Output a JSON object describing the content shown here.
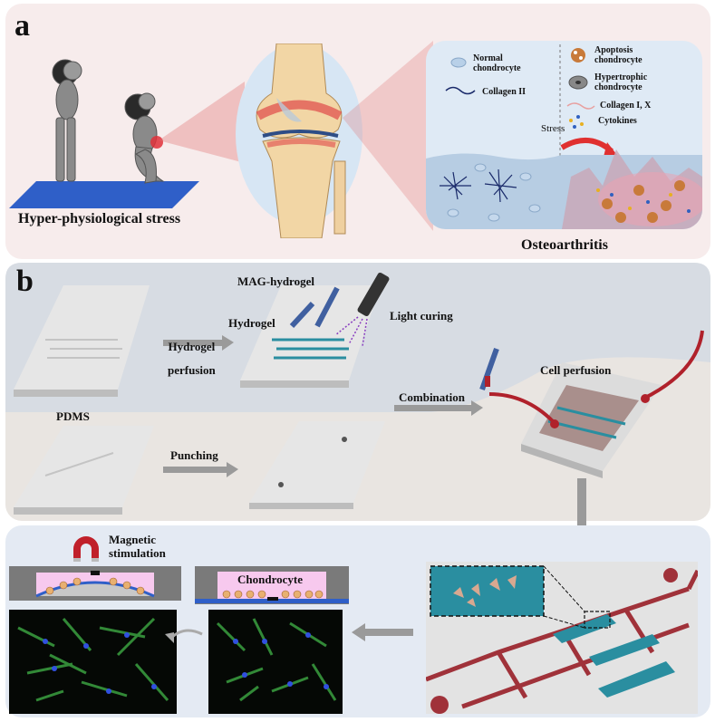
{
  "panel_a": {
    "letter": "a",
    "stress_label": "Hyper-physiological stress",
    "oa_label": "Osteoarthritis",
    "legend": {
      "normal": "Normal\nchondrocyte",
      "collagen2": "Collagen II",
      "apoptosis": "Apoptosis\nchondrocyte",
      "hypertrophic": "Hypertrophic\nchondrocyte",
      "collagen1x": "Collagen I, X",
      "cytokines": "Cytokines"
    },
    "stress_arrow_label": "Stress"
  },
  "panel_b": {
    "letter": "b",
    "hydrogel_perfusion": "Hydrogel\nperfusion",
    "mag_hydrogel": "MAG-hydrogel",
    "hydrogel": "Hydrogel",
    "light_curing": "Light curing",
    "pdms": "PDMS",
    "punching": "Punching",
    "combination": "Combination",
    "cell_perfusion": "Cell perfusion",
    "magnetic_stimulation": "Magnetic\nstimulation",
    "chondrocyte": "Chondrocyte"
  },
  "colors": {
    "panel_a_bg": "#f8ecec",
    "panel_b_top_bg": "#d8dde4",
    "panel_b_bottom_bg": "#e8e4e0",
    "panel_c_bg": "#e2e8f2",
    "red_accent": "#b0212b",
    "teal": "#2a8ea0",
    "blue_mat": "#2f5fc8"
  }
}
